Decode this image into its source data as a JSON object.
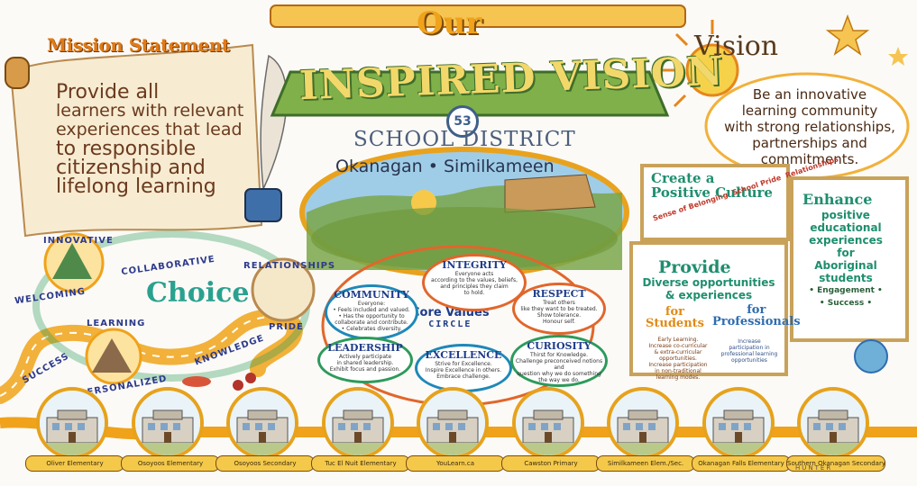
{
  "title": {
    "our": "Our",
    "main": "INSPIRED VISION",
    "number": "53",
    "district": "SCHOOL DISTRICT",
    "region": "Okanagan • Similkameen"
  },
  "mission": {
    "title": "Mission Statement",
    "lines": [
      "Provide all",
      "learners with relevant",
      "experiences that lead",
      "to responsible",
      "citizenship and",
      "lifelong learning"
    ]
  },
  "vision": {
    "title": "Vision",
    "lines": [
      "Be an innovative",
      "learning community",
      "with strong relationships,",
      "partnerships and",
      "commitments."
    ]
  },
  "culture": {
    "title_line1": "Create a",
    "title_line2": "Positive Culture",
    "words": [
      "Sense of Belonging",
      "School Pride",
      "Relationships"
    ]
  },
  "enhance": {
    "title": "Enhance",
    "lines": [
      "positive",
      "educational",
      "experiences",
      "for",
      "Aboriginal",
      "students"
    ],
    "bullets": [
      "• Engagement •",
      "• Success •"
    ]
  },
  "provide": {
    "title": "Provide",
    "lines": [
      "Diverse opportunities",
      "& experiences"
    ],
    "students_title": [
      "for",
      "Students"
    ],
    "professionals_title": [
      "for",
      "Professionals"
    ],
    "students_text": [
      "Early Learning.",
      "Increase co-curricular",
      "& extra-curricular",
      "opportunities.",
      "Increase participation",
      "in non-traditional",
      "learning modes."
    ],
    "professionals_text": [
      "Increase",
      "participation in",
      "professional learning",
      "opportunities"
    ]
  },
  "values": {
    "core": "Core Values",
    "circle": "CIRCLE",
    "integrity": {
      "title": "INTEGRITY",
      "text": [
        "Everyone acts",
        "according to the values, beliefs,",
        "and principles they claim",
        "to hold."
      ]
    },
    "respect": {
      "title": "RESPECT",
      "text": [
        "Treat others",
        "like they want to be treated.",
        "Show tolerance.",
        "Honour self."
      ]
    },
    "community": {
      "title": "COMMUNITY",
      "text": [
        "Everyone:",
        "• Feels included and valued.",
        "• Has the opportunity to",
        "collaborate and contribute.",
        "• Celebrates diversity."
      ]
    },
    "leadership": {
      "title": "LEADERSHIP",
      "text": [
        "Actively participate",
        "in shared leadership.",
        "Exhibit focus and passion."
      ]
    },
    "excellence": {
      "title": "EXCELLENCE",
      "text": [
        "Strive for Excellence.",
        "Inspire Excellence in others.",
        "Embrace challenge."
      ]
    },
    "curiosity": {
      "title": "CURIOSITY",
      "text": [
        "Thirst for Knowledge.",
        "Challenge preconceived notions and",
        "question why we do something",
        "the way we do."
      ]
    }
  },
  "choice": {
    "center": "Choice",
    "words": {
      "innovative": "INNOVATIVE",
      "welcoming": "WELCOMING",
      "collaborative": "COLLABORATIVE",
      "relationships": "RELATIONSHIPS",
      "pride": "PRIDE",
      "knowledge": "KNOWLEDGE",
      "learning": "LEARNING",
      "success": "SUCCESS",
      "personalized": "PERSONALIZED"
    }
  },
  "schools": [
    "Oliver Elementary",
    "Osoyoos Elementary",
    "Osoyoos Secondary",
    "Tuc El Nuit Elementary",
    "YouLearn.ca",
    "Cawston Primary",
    "Similkameen Elem./Sec.",
    "Okanagan Falls Elementary",
    "Southern Okanagan Secondary"
  ],
  "signature": "HUNTER",
  "colors": {
    "orange": "#e6a21d",
    "teal": "#1f8e6e",
    "blue": "#1e3c8a",
    "cream": "#fbfaf6"
  }
}
